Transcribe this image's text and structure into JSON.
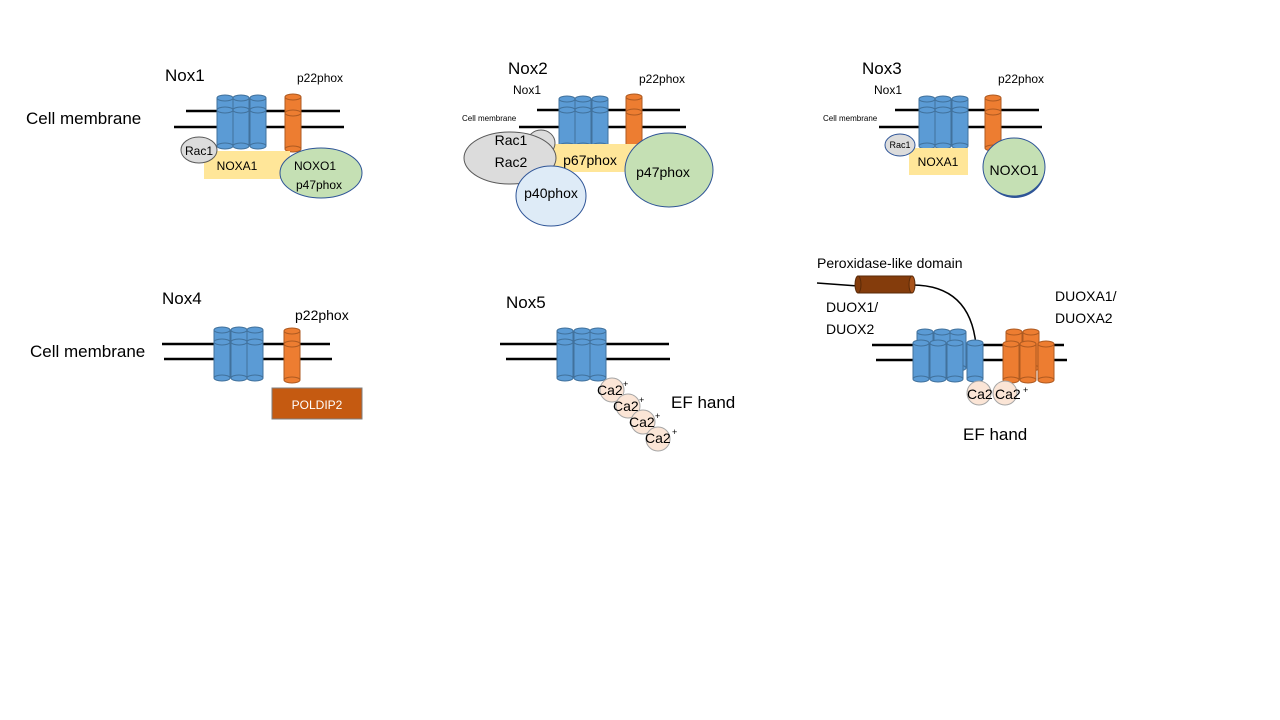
{
  "nox1": {
    "title": "Nox1",
    "p22phox": "p22phox",
    "cell_membrane": "Cell membrane",
    "rac1": "Rac1",
    "noxa1": "NOXA1",
    "noxo1": "NOXO1",
    "p47phox": "p47phox"
  },
  "nox2": {
    "title": "Nox2",
    "nox1_overlap": "Nox1",
    "p22phox": "p22phox",
    "cell_membrane": "Cell membrane",
    "rac1": "Rac1",
    "rac2": "Rac2",
    "p67phox": "p67phox",
    "p47phox": "p47phox",
    "p40phox": "p40phox"
  },
  "nox3": {
    "title": "Nox3",
    "nox1_overlap": "Nox1",
    "p22phox": "p22phox",
    "cell_membrane": "Cell membrane",
    "rac1": "Rac1",
    "noxa1": "NOXA1",
    "noxo1": "NOXO1"
  },
  "nox4": {
    "title": "Nox4",
    "p22phox": "p22phox",
    "cell_membrane": "Cell membrane",
    "poldip2": "POLDIP2"
  },
  "nox5": {
    "title": "Nox5",
    "ca_labels": [
      "Ca2",
      "Ca2",
      "Ca2",
      "Ca2"
    ],
    "ca_superscript": "+",
    "ef_hand": "EF hand"
  },
  "duox": {
    "peroxidase": "Peroxidase-like domain",
    "duox_line1": "DUOX1/",
    "duox_line2": "DUOX2",
    "duoxa_line1": "DUOXA1/",
    "duoxa_line2": "DUOXA2",
    "ca_labels": [
      "Ca2",
      "Ca2"
    ],
    "ca_superscript": "+",
    "ef_hand": "EF hand"
  },
  "colors": {
    "nox_blue": "#5b9bd5",
    "p22_orange": "#ed7d31",
    "rac_grey": "#dcdcdc",
    "noxa_yellow": "#ffe699",
    "noxo_green": "#c5e0b4",
    "p40_blue": "#deebf7",
    "poldip_brown": "#c55a11",
    "ca_peach": "#fbe5d6",
    "peroxidase_brown": "#843c0c"
  }
}
